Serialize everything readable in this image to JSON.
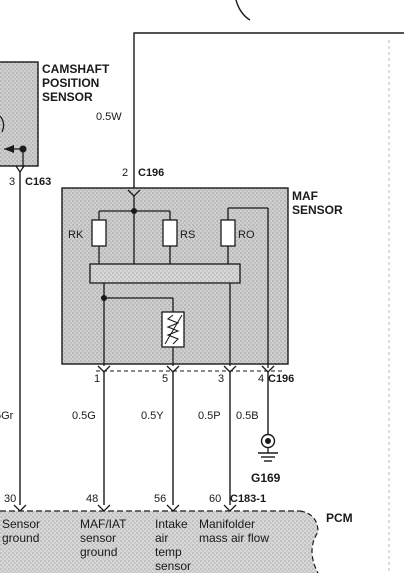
{
  "camshaft": {
    "title_line1": "CAMSHAFT",
    "title_line2": "POSITION",
    "title_line3": "SENSOR",
    "pin": "3",
    "connector": "C163",
    "wire": "5Gr"
  },
  "maf": {
    "title_line1": "MAF",
    "title_line2": "SENSOR",
    "top_pin": "2",
    "top_connector": "C196",
    "top_wire": "0.5W",
    "resistors": [
      "RK",
      "RS",
      "RO"
    ],
    "bottom_pins": [
      "1",
      "5",
      "3",
      "4"
    ],
    "bottom_connector": "C196"
  },
  "wires": [
    "0.5G",
    "0.5Y",
    "0.5P",
    "0.5B"
  ],
  "ground": "G169",
  "pcm": {
    "label": "PCM",
    "pins": [
      "30",
      "48",
      "56",
      "60"
    ],
    "connector": "C183-1",
    "functions": {
      "sensor_ground_1": "Sensor",
      "sensor_ground_2": "ground",
      "maf_iat_1": "MAF/IAT",
      "maf_iat_2": "sensor",
      "maf_iat_3": "ground",
      "intake_1": "Intake",
      "intake_2": "air",
      "intake_3": "temp",
      "intake_4": "sensor",
      "manifold_1": "Manifolder",
      "manifold_2": "mass air flow"
    }
  },
  "colors": {
    "component_fill": "#c9c9c9",
    "pcm_fill": "#d4d4d4",
    "line": "#1a1a1a"
  }
}
